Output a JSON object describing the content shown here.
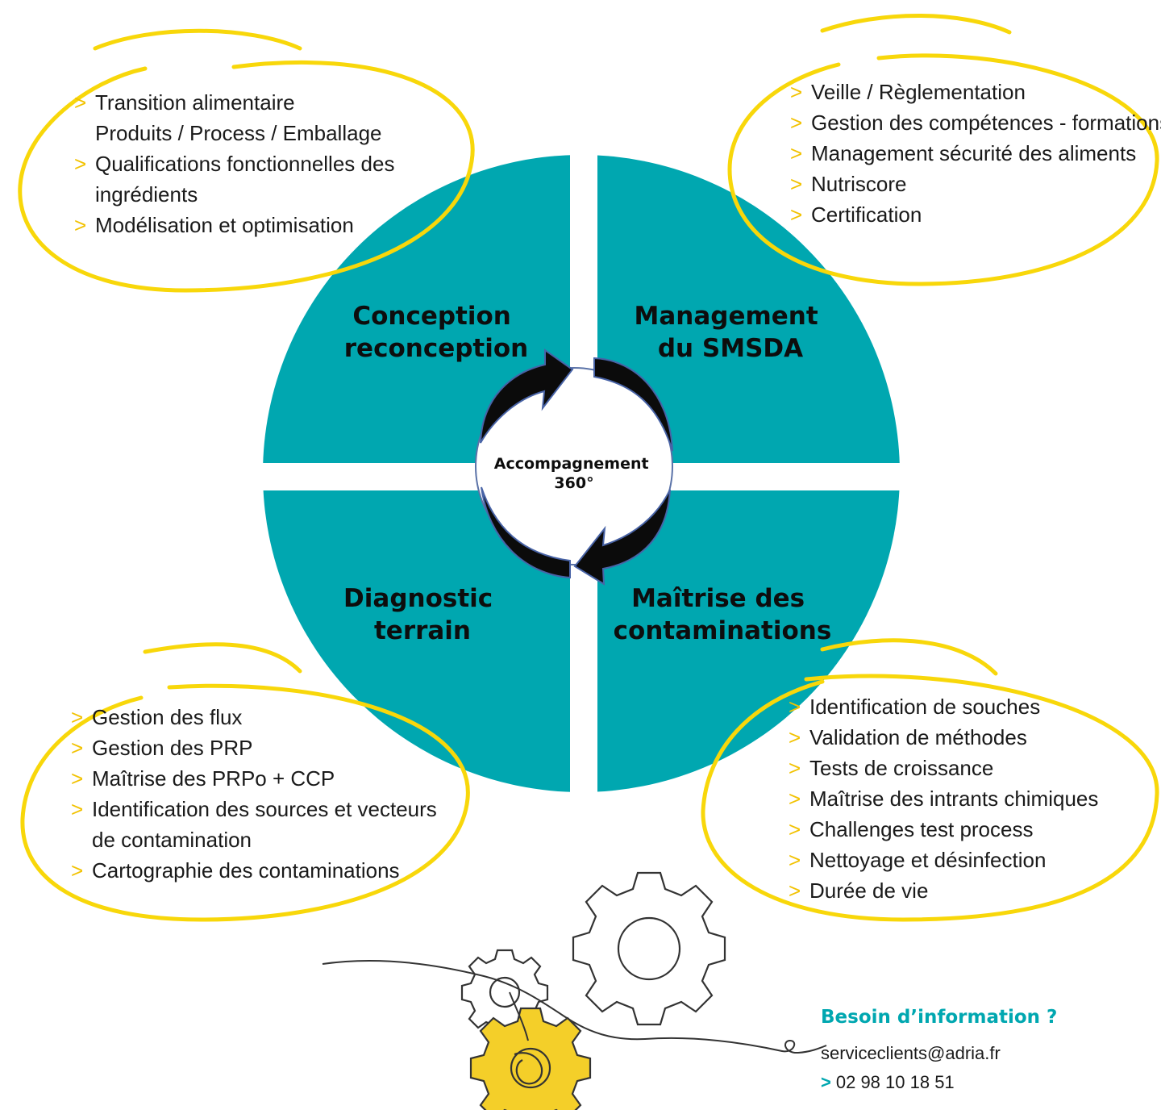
{
  "colors": {
    "teal": "#00a7b0",
    "yellow": "#f8d70a",
    "gear_yellow": "#f4cf29",
    "dark": "#0d0d0d"
  },
  "center": {
    "line1": "Accompagnement",
    "line2": "360°"
  },
  "quadrants": {
    "top_left": {
      "line1": "Conception",
      "line2": "reconception"
    },
    "top_right": {
      "line1": "Management",
      "line2": "du SMSDA"
    },
    "bottom_left": {
      "line1": "Diagnostic",
      "line2": "terrain"
    },
    "bottom_right": {
      "line1": "Maîtrise des",
      "line2": "contaminations"
    }
  },
  "bubbles": {
    "top_left": {
      "items": [
        {
          "text": "Transition alimentaire",
          "cont": "Produits / Process / Emballage"
        },
        {
          "text": "Qualifications fonctionnelles des",
          "cont": "ingrédients"
        },
        {
          "text": "Modélisation et optimisation",
          "cont": ""
        }
      ]
    },
    "top_right": {
      "items": [
        {
          "text": "Veille / Règlementation"
        },
        {
          "text": "Gestion des compétences - formations"
        },
        {
          "text": "Management sécurité des aliments"
        },
        {
          "text": "Nutriscore"
        },
        {
          "text": "Certification"
        }
      ]
    },
    "bottom_left": {
      "items": [
        {
          "text": "Gestion des flux",
          "cont": ""
        },
        {
          "text": "Gestion des PRP",
          "cont": ""
        },
        {
          "text": "Maîtrise des PRPo + CCP",
          "cont": ""
        },
        {
          "text": "Identification des sources et vecteurs",
          "cont": "de contamination"
        },
        {
          "text": "Cartographie des contaminations",
          "cont": ""
        }
      ]
    },
    "bottom_right": {
      "items": [
        {
          "text": "Identification de souches"
        },
        {
          "text": "Validation de méthodes"
        },
        {
          "text": "Tests de croissance"
        },
        {
          "text": "Maîtrise des intrants chimiques"
        },
        {
          "text": "Challenges test process"
        },
        {
          "text": "Nettoyage et désinfection"
        },
        {
          "text": "Durée de vie"
        }
      ]
    }
  },
  "bullet_marker": ">",
  "contact": {
    "title": "Besoin d’information ?",
    "email": "serviceclients@adria.fr",
    "phone_marker": ">",
    "phone": "02 98 10 18 51"
  },
  "icons": [
    "cycle-arrow-icon",
    "gear-icon"
  ]
}
